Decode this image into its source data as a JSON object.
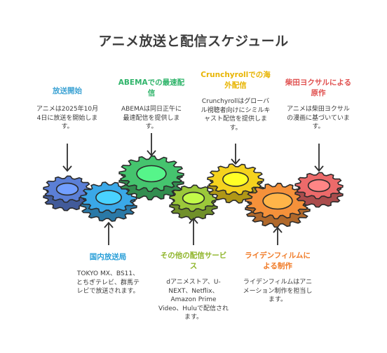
{
  "title": "アニメ放送と配信スケジュール",
  "items": [
    {
      "label": "放送開始",
      "desc": "アニメは2025年10月4日に放送を開始します。",
      "color": "#3da3d4"
    },
    {
      "label": "ABEMAでの最速配信",
      "desc": "ABEMAは同日正午に最速配信を提供します。",
      "color": "#2fb46a"
    },
    {
      "label": "Crunchyrollでの海外配信",
      "desc": "Crunchyrollはグローバル視聴者向けにシミルキャスト配信を提供します。",
      "color": "#e8b400"
    },
    {
      "label": "柴田ヨクサルによる原作",
      "desc": "アニメは柴田ヨクサルの漫画に基づいています。",
      "color": "#e0504f"
    },
    {
      "label": "国内放送局",
      "desc": "TOKYO MX、BS11、とちぎテレビ、群馬テレビで放送されます。",
      "color": "#2a9fd8"
    },
    {
      "label": "その他の配信サービス",
      "desc": "dアニメストア、U-NEXT、Netflix、Amazon Prime Video、Huluで配信されます。",
      "color": "#8fb52a"
    },
    {
      "label": "ライデンフィルムによる制作",
      "desc": "ライデンフィルムはアニメーション制作を担当します。",
      "color": "#f07a26"
    }
  ],
  "gear_colors": {
    "blue_dark": "#5b7fd6",
    "blue": "#3aa8e8",
    "green": "#45c46e",
    "lime": "#9bc83a",
    "yellow": "#f5d21e",
    "orange": "#f5913a",
    "red": "#ec6a6a"
  }
}
